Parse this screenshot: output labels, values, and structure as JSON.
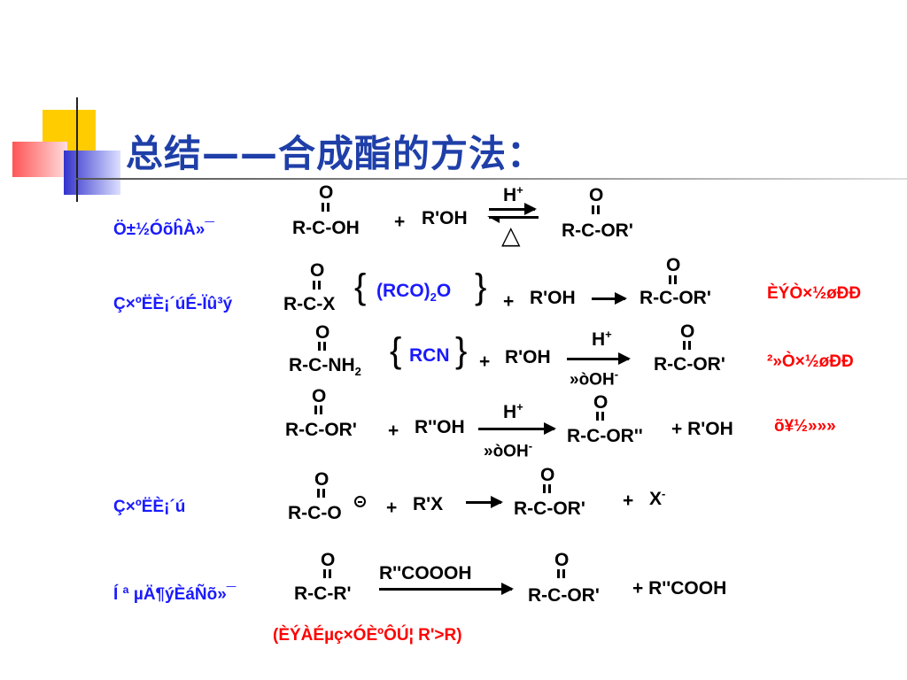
{
  "title": "总结——合成酯的方法：",
  "labels": {
    "row1": "Ö±½ÓõĥÀ»¯",
    "row2": "Ç×ºËÈ¡´úÉ-Ïû³ý",
    "row5": "Ç×ºËÈ¡´ú",
    "row6": "Í ª µÄ¶ýÈáÑõ»¯"
  },
  "notes": {
    "row2": "ÈÝÒ×½øÐÐ",
    "row3": "²»Ò×½øÐÐ",
    "row4": "õ¥½»»»",
    "row6": "(ÈÝÀÉµç×ÓÈºÔÚ¦ R'>R)"
  },
  "chem": {
    "O": "O",
    "rcooh": "R-C-OH",
    "rohp": "R'OH",
    "plus": "+",
    "hplus": "H",
    "sup_plus": "+",
    "delta": "△",
    "rcoor": "R-C-OR'",
    "rcx": "R-C-X",
    "rco2o_a": "(RCO)",
    "rco2o_sub": "2",
    "rco2o_b": "O",
    "rcnh2": "R-C-NH",
    "nh2_sub": "2",
    "rcn": "RCN",
    "oh_cat": "»òOH",
    "sup_minus": "-",
    "rppoh": "R''OH",
    "rcorpp": "R-C-OR''",
    "roh": "+ R'OH",
    "rco_anion": "R-C-O",
    "rpx": "R'X",
    "xminus": "X",
    "rcr": "R-C-R'",
    "peracid": "R''COOOH",
    "peracid_prod": "+ R''COOH"
  }
}
